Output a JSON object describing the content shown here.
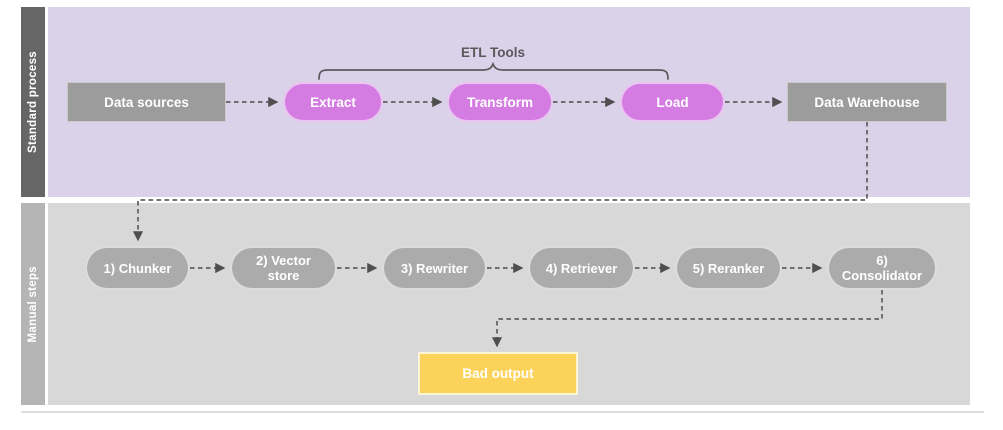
{
  "sections": {
    "standard": {
      "label": "Standard process"
    },
    "manual": {
      "label": "Manual steps"
    }
  },
  "annotations": {
    "etl_tools": "ETL Tools"
  },
  "nodes": {
    "data_sources": {
      "label": "Data sources",
      "shape": "rectangle",
      "color": "#9c9c9c"
    },
    "extract": {
      "label": "Extract",
      "shape": "pill",
      "color": "#d47ce2"
    },
    "transform": {
      "label": "Transform",
      "shape": "pill",
      "color": "#d47ce2"
    },
    "load": {
      "label": "Load",
      "shape": "pill",
      "color": "#d47ce2"
    },
    "data_warehouse": {
      "label": "Data Warehouse",
      "shape": "rectangle",
      "color": "#9c9c9c"
    },
    "chunker": {
      "label": "1) Chunker",
      "shape": "pill",
      "color": "#ababab"
    },
    "vector_store": {
      "label": "2) Vector store",
      "shape": "pill",
      "color": "#ababab"
    },
    "rewriter": {
      "label": "3) Rewriter",
      "shape": "pill",
      "color": "#ababab"
    },
    "retriever": {
      "label": "4) Retriever",
      "shape": "pill",
      "color": "#ababab"
    },
    "reranker": {
      "label": "5) Reranker",
      "shape": "pill",
      "color": "#ababab"
    },
    "consolidator": {
      "label": "6) Consolidator",
      "shape": "pill",
      "color": "#ababab"
    },
    "bad_output": {
      "label": "Bad output",
      "shape": "rectangle",
      "color": "#fbd35b"
    }
  },
  "edges": [
    {
      "from": "data_sources",
      "to": "extract",
      "style": "dashed-arrow"
    },
    {
      "from": "extract",
      "to": "transform",
      "style": "dashed-arrow"
    },
    {
      "from": "transform",
      "to": "load",
      "style": "dashed-arrow"
    },
    {
      "from": "load",
      "to": "data_warehouse",
      "style": "dashed-arrow"
    },
    {
      "from": "data_warehouse",
      "to": "chunker",
      "style": "dashed-arrow-elbow"
    },
    {
      "from": "chunker",
      "to": "vector_store",
      "style": "dashed-arrow"
    },
    {
      "from": "vector_store",
      "to": "rewriter",
      "style": "dashed-arrow"
    },
    {
      "from": "rewriter",
      "to": "retriever",
      "style": "dashed-arrow"
    },
    {
      "from": "retriever",
      "to": "reranker",
      "style": "dashed-arrow"
    },
    {
      "from": "reranker",
      "to": "consolidator",
      "style": "dashed-arrow"
    },
    {
      "from": "consolidator",
      "to": "bad_output",
      "style": "dashed-arrow-elbow"
    }
  ],
  "brace": {
    "label": "ETL Tools",
    "spans": [
      "extract",
      "transform",
      "load"
    ]
  },
  "colors": {
    "standard_band_bg": "#d9d2e8",
    "standard_sidebar_bg": "#666666",
    "manual_band_bg": "#d8d8d8",
    "manual_sidebar_bg": "#b5b5b5",
    "etl_pill_fill": "#d47ce2",
    "gray_node_fill": "#9c9c9c",
    "manual_pill_fill": "#ababab",
    "bad_output_fill": "#fbd35b",
    "connector": "#5f5f5f",
    "node_text": "#ffffff",
    "annotation_text": "#595959"
  }
}
